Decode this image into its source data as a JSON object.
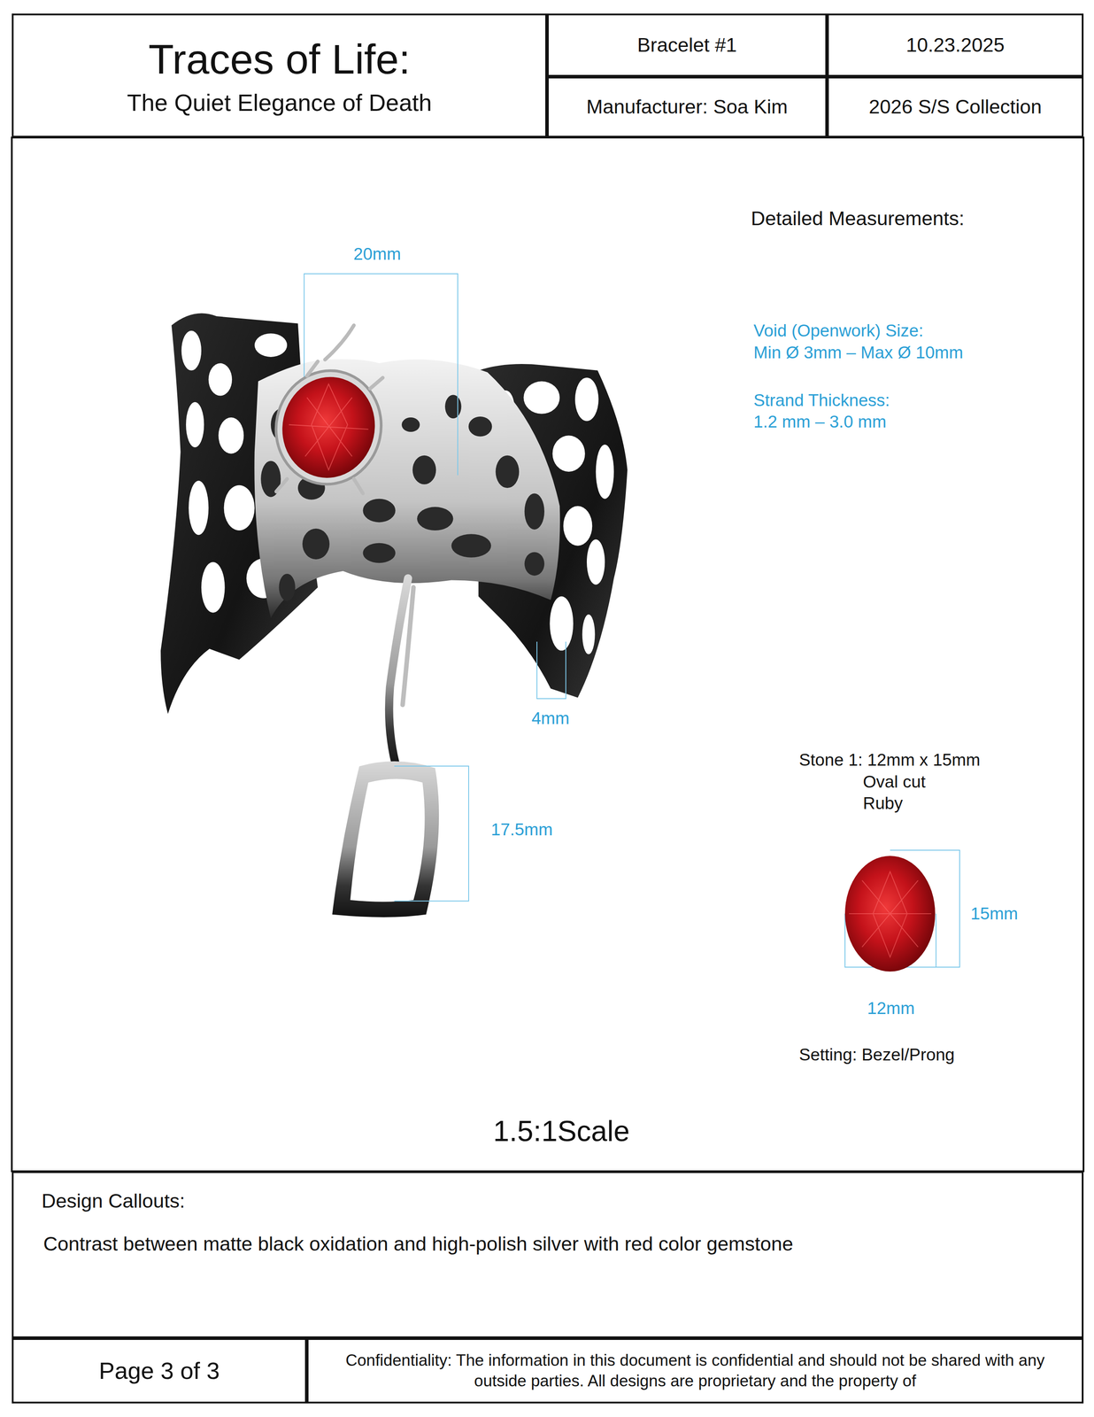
{
  "diagram": {
    "nodes": [
      {
        "text": [
          "Traces of Life:",
          "The Quiet Elegance of Death"
        ]
      },
      {
        "text": [
          "Bracelet #1"
        ]
      },
      {
        "text": [
          "10.23.2025"
        ]
      },
      {
        "text": [
          "Manufacturer: Soa Kim"
        ]
      },
      {
        "text": [
          "2026 S/S Collection"
        ]
      },
      {
        "text": [
          "Design Callouts:",
          "Contrast between matte black oxidation and high-polish silver with red color gemstone"
        ]
      },
      {
        "text": [
          "Page 3 of 3"
        ]
      },
      {
        "text": [
          "Confidentiality:  The information in this document is confidential and should not be shared with any outside parties.  All designs are proprietary and the property of"
        ]
      }
    ],
    "labels": [
      "20mm",
      "Detailed Measurements:",
      "Void (Openwork) Size:",
      "Min Ø 3mm – Max Ø 10mm",
      "Strand Thickness:",
      "1.2 mm – 3.0 mm",
      "4mm",
      "17.5mm",
      "Stone 1: 12mm x 15mm",
      "Oval cut",
      "Ruby",
      "15mm",
      "12mm",
      "Setting: Bezel/Prong",
      "1.5:1Scale"
    ]
  }
}
